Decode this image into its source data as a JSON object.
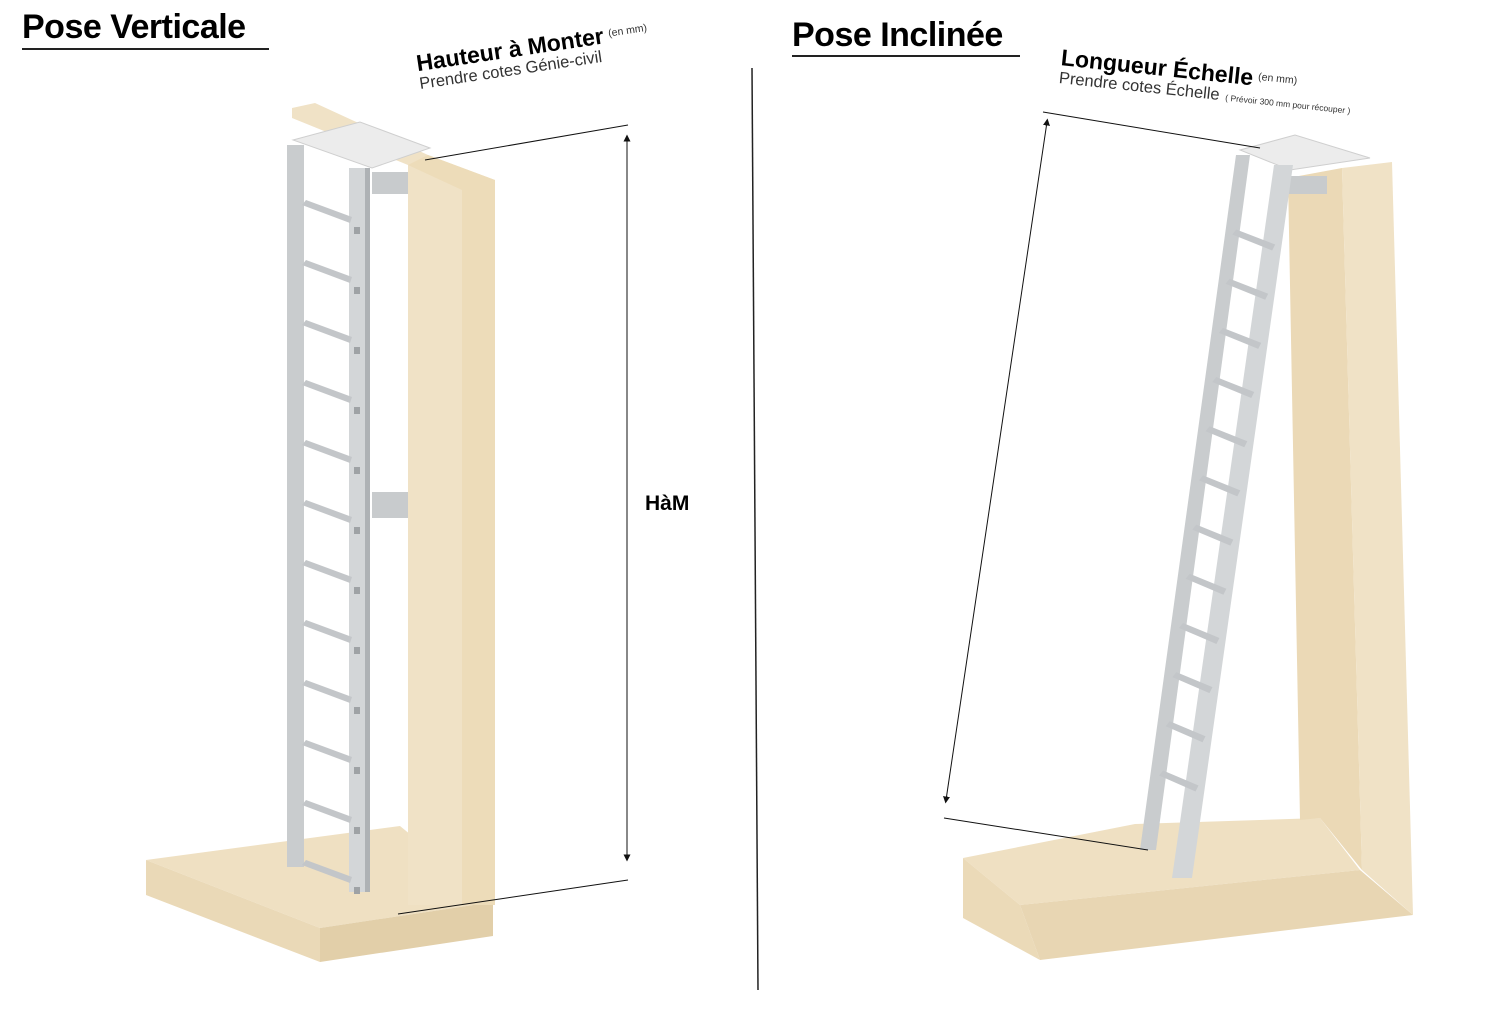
{
  "titles": {
    "vertical": "Pose Verticale",
    "inclined": "Pose Inclinée"
  },
  "vertical_annotation": {
    "label": "Hauteur à Monter",
    "unit": "(en mm)",
    "subtitle": "Prendre cotes Génie-civil"
  },
  "inclined_annotation": {
    "label": "Longueur Échelle",
    "unit": "(en mm)",
    "subtitle": "Prendre cotes Échelle",
    "note": "( Prévoir 300 mm pour récouper )"
  },
  "dimension_label": "HàM",
  "colors": {
    "wall": "#efe0c2",
    "wall_shadow": "#e2d1ad",
    "ladder": "#cfd2d4",
    "ladder_dark": "#aeb2b5",
    "platform": "#ececec",
    "line": "#111111"
  }
}
